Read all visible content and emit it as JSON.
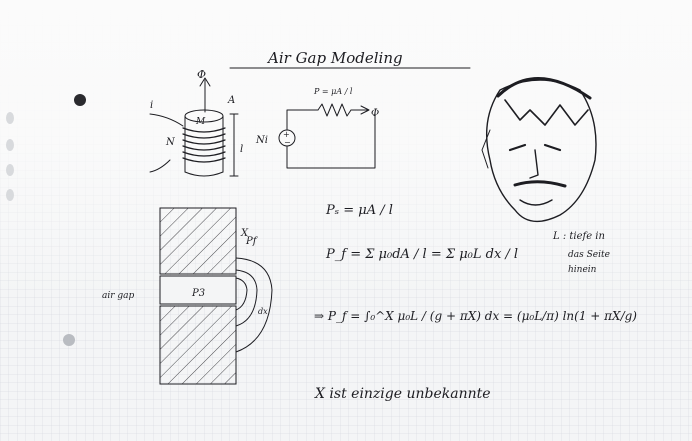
{
  "title": "Air Gap Modeling",
  "inductor": {
    "flux": "Φ",
    "current": "i",
    "turns": "N",
    "area": "A",
    "core": "M",
    "length": "l"
  },
  "circuit": {
    "source": "Ni",
    "reluctance_label": "P = μA / l",
    "flux": "Φ"
  },
  "gap": {
    "label": "air gap",
    "p3": "P3",
    "pf": "Pf",
    "x": "X",
    "dx": "dx"
  },
  "eq1": "Pₛ = μA / l",
  "eq2": "P_f = Σ μ₀dA / l = Σ μ₀L dx / l",
  "eq3": "⇒ P_f = ∫₀^X μ₀L / (g + πX) dx = (μ₀L/π) ln(1 + πX/g)",
  "note_depth": [
    "L : tiefe in",
    "das Seite",
    "hinein"
  ],
  "footer_note": "X ist einzige unbekannte"
}
